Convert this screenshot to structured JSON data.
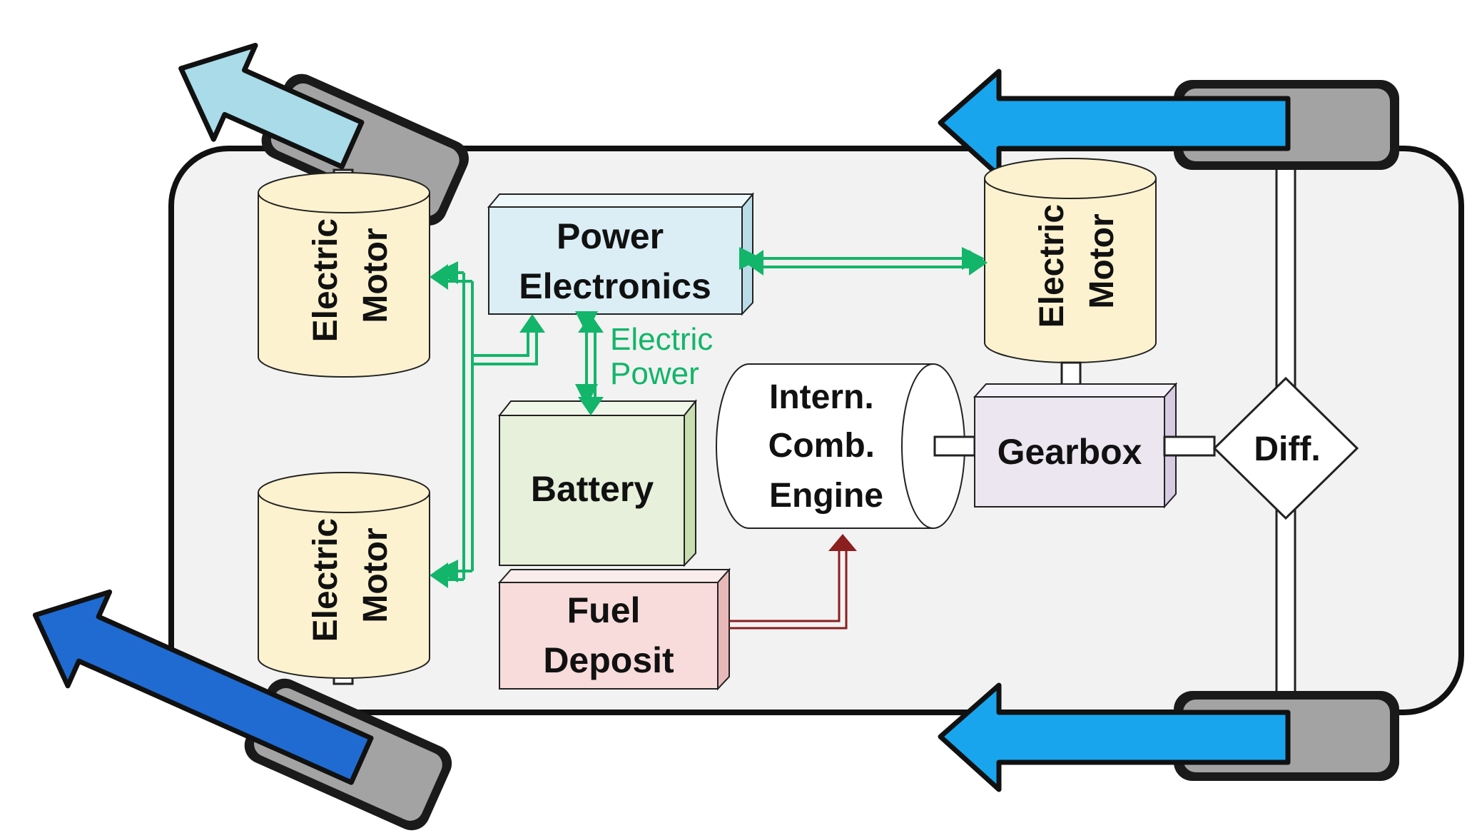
{
  "labels": {
    "motor_front_left": {
      "line1": "Electric",
      "line2": "Motor"
    },
    "motor_rear_left": {
      "line1": "Electric",
      "line2": "Motor"
    },
    "motor_right": {
      "line1": "Electric",
      "line2": "Motor"
    },
    "power_electronics": {
      "line1": "Power",
      "line2": "Electronics"
    },
    "electric_power": {
      "line1": "Electric",
      "line2": "Power"
    },
    "battery": "Battery",
    "fuel_deposit": {
      "line1": "Fuel",
      "line2": "Deposit"
    },
    "engine": {
      "line1": "Intern.",
      "line2": "Comb.",
      "line3": "Engine"
    },
    "gearbox": "Gearbox",
    "differential": "Diff."
  },
  "colors": {
    "body_fill": "#f2f2f2",
    "motor_fill": "#fdf2cf",
    "power_electronics_fill": "#dbeef5",
    "battery_fill": "#e6f0da",
    "fuel_fill": "#f8dcdc",
    "gearbox_fill": "#ece6f1",
    "wheel_fill": "#a3a3a3",
    "electric_flow": "#12b56a",
    "fuel_flow": "#8b1f1f",
    "arrow_front_left": "#a9dbe9",
    "arrow_rear_left": "#1f6bd1",
    "arrow_right": "#18a5ee"
  }
}
